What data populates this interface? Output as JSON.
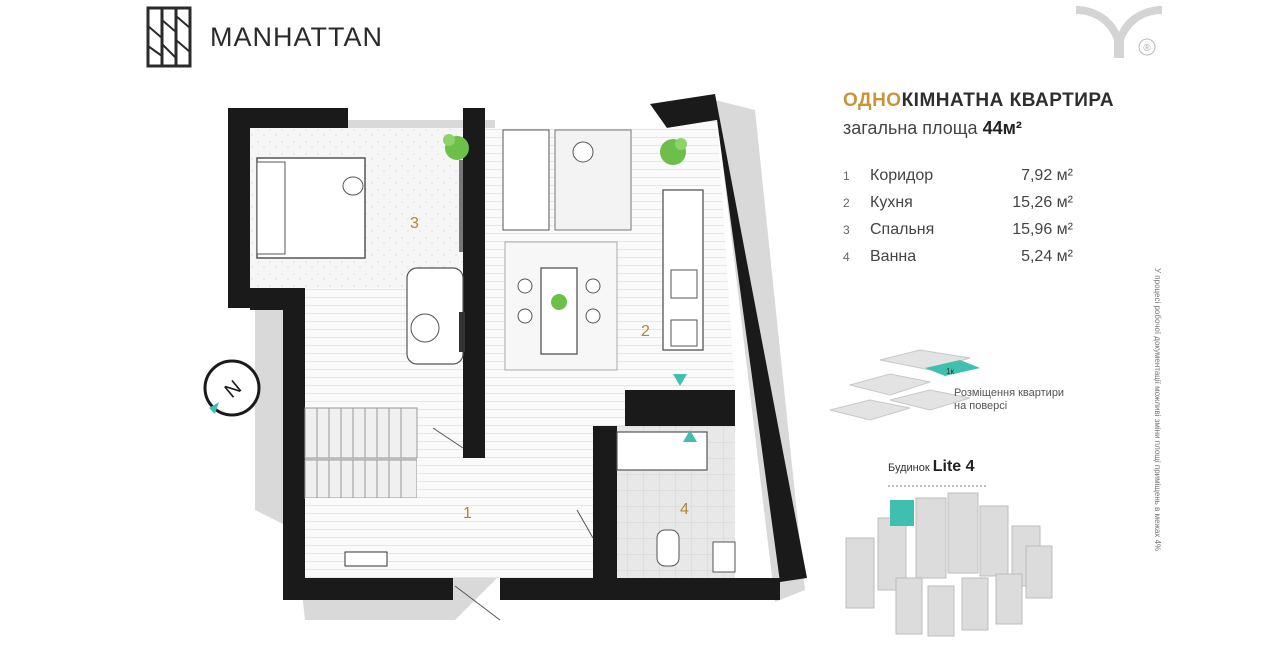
{
  "brand": {
    "name": "MANHATTAN",
    "registered_mark": "®"
  },
  "heading": {
    "accent": "ОДНО",
    "rest": "КІМНАТНА КВАРТИРА"
  },
  "area": {
    "label": "загальна площа",
    "value": "44м²"
  },
  "rooms": [
    {
      "num": "1",
      "name": "Коридор",
      "area": "7,92 м²"
    },
    {
      "num": "2",
      "name": "Кухня",
      "area": "15,26 м²"
    },
    {
      "num": "3",
      "name": "Спальня",
      "area": "15,96 м²"
    },
    {
      "num": "4",
      "name": "Ванна",
      "area": "5,24 м²"
    }
  ],
  "plan_labels": {
    "room1": "1",
    "room2": "2",
    "room3": "3",
    "room4": "4",
    "compass": "N"
  },
  "floor_location": {
    "tag": "1к",
    "caption_line1": "Розміщення квартири",
    "caption_line2": "на поверсі"
  },
  "building": {
    "label": "Будинок",
    "name": "Lite 4"
  },
  "side_note": "У процесі робочої документації можливі зміни площі приміщень в межах 4%",
  "colors": {
    "accent": "#c9953a",
    "wall": "#1a1a1a",
    "plant": "#6cc04a",
    "teal": "#3fbfad"
  }
}
